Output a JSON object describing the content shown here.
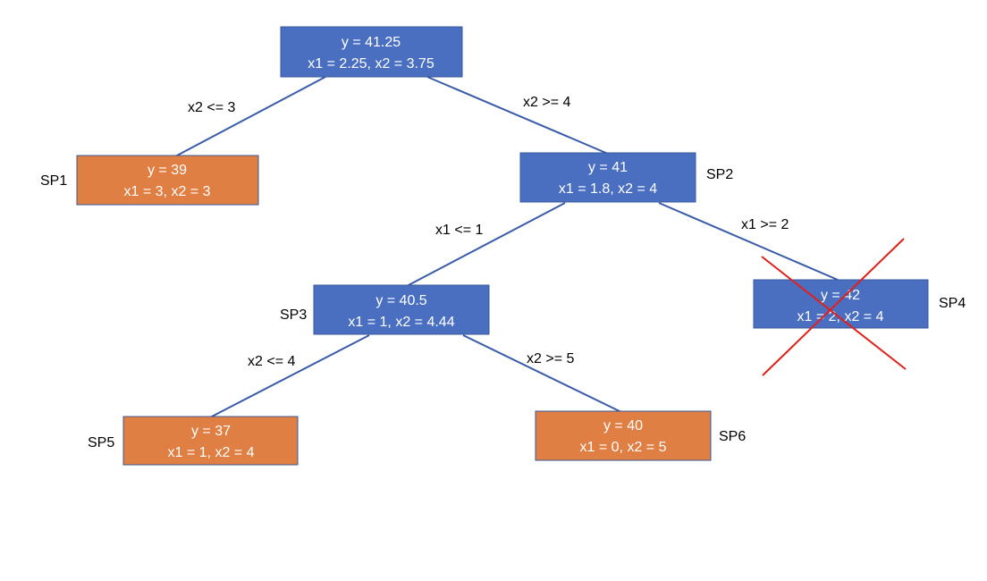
{
  "colors": {
    "internal": "#4a6fc1",
    "leaf": "#e07f43",
    "edge": "#3a5ba8",
    "cross": "#e0201b"
  },
  "nodes": {
    "root": {
      "role": "internal",
      "line1": "y = 41.25",
      "line2": "x1 = 2.25, x2 = 3.75",
      "side_label": ""
    },
    "sp1": {
      "role": "leaf",
      "line1": "y = 39",
      "line2": "x1 = 3, x2 = 3",
      "side_label": "SP1"
    },
    "sp2": {
      "role": "internal",
      "line1": "y = 41",
      "line2": "x1 = 1.8, x2 = 4",
      "side_label": "SP2"
    },
    "sp3": {
      "role": "internal",
      "line1": "y = 40.5",
      "line2": "x1 = 1, x2 = 4.44",
      "side_label": "SP3"
    },
    "sp4": {
      "role": "internal",
      "line1": "y = 42",
      "line2": "x1 = 2, x2 = 4",
      "side_label": "SP4",
      "crossed_out": true
    },
    "sp5": {
      "role": "leaf",
      "line1": "y = 37",
      "line2": "x1 = 1, x2 = 4",
      "side_label": "SP5"
    },
    "sp6": {
      "role": "leaf",
      "line1": "y = 40",
      "line2": "x1 = 0, x2 = 5",
      "side_label": "SP6"
    }
  },
  "edges": {
    "root_sp1": {
      "from": "root",
      "to": "sp1",
      "label": "x2 <= 3"
    },
    "root_sp2": {
      "from": "root",
      "to": "sp2",
      "label": "x2 >= 4"
    },
    "sp2_sp3": {
      "from": "sp2",
      "to": "sp3",
      "label": "x1 <= 1"
    },
    "sp2_sp4": {
      "from": "sp2",
      "to": "sp4",
      "label": "x1 >= 2"
    },
    "sp3_sp5": {
      "from": "sp3",
      "to": "sp5",
      "label": "x2 <= 4"
    },
    "sp3_sp6": {
      "from": "sp3",
      "to": "sp6",
      "label": "x2 >= 5"
    }
  }
}
